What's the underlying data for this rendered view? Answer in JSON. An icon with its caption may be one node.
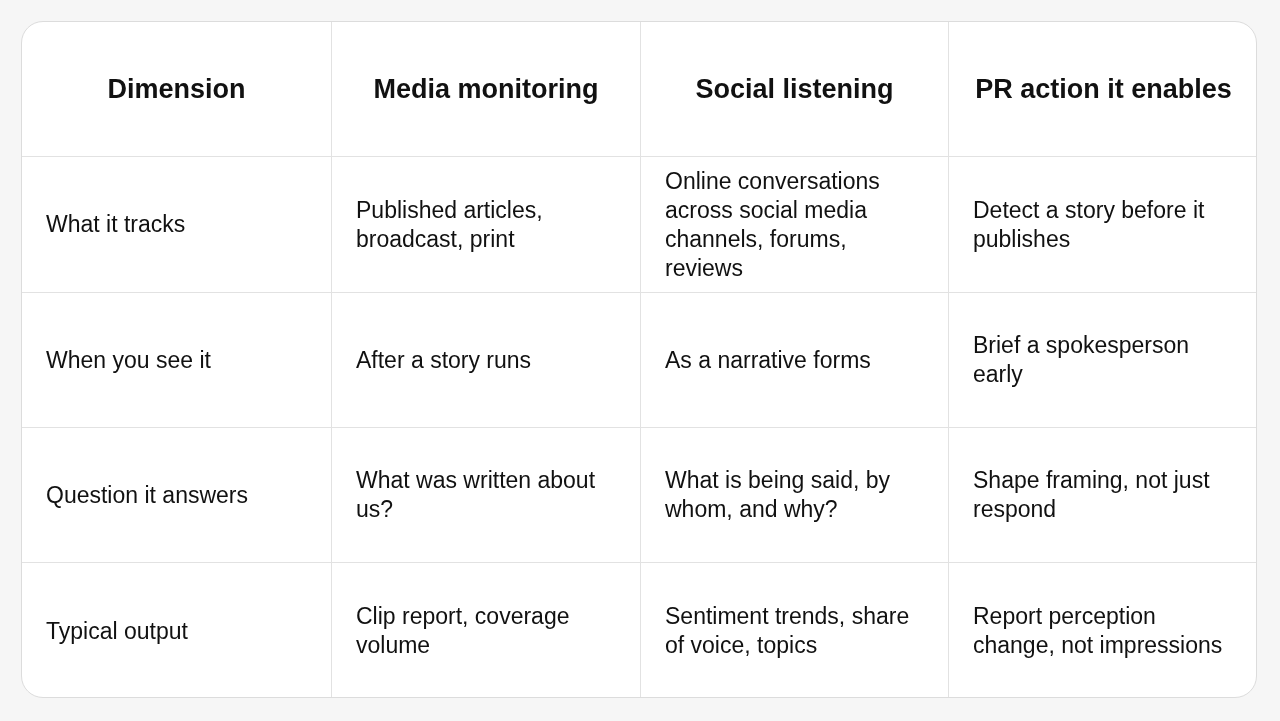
{
  "diagram": {
    "labels": [
      "Dimension",
      "Media monitoring",
      "Social listening",
      "PR action it enables",
      "What it tracks",
      "Published articles, broadcast, print",
      "Online conversations across social media channels, forums, reviews",
      "Detect a story before it publishes",
      "When you see it",
      "After a story runs",
      "As a narrative forms",
      "Brief a spokesperson early",
      "Question it answers",
      "What was written about us?",
      "What is being said, by whom, and why?",
      "Shape framing, not just respond",
      "Typical output",
      "Clip report, coverage volume",
      "Sentiment trends, share of voice, topics",
      "Report perception change, not impressions"
    ]
  }
}
